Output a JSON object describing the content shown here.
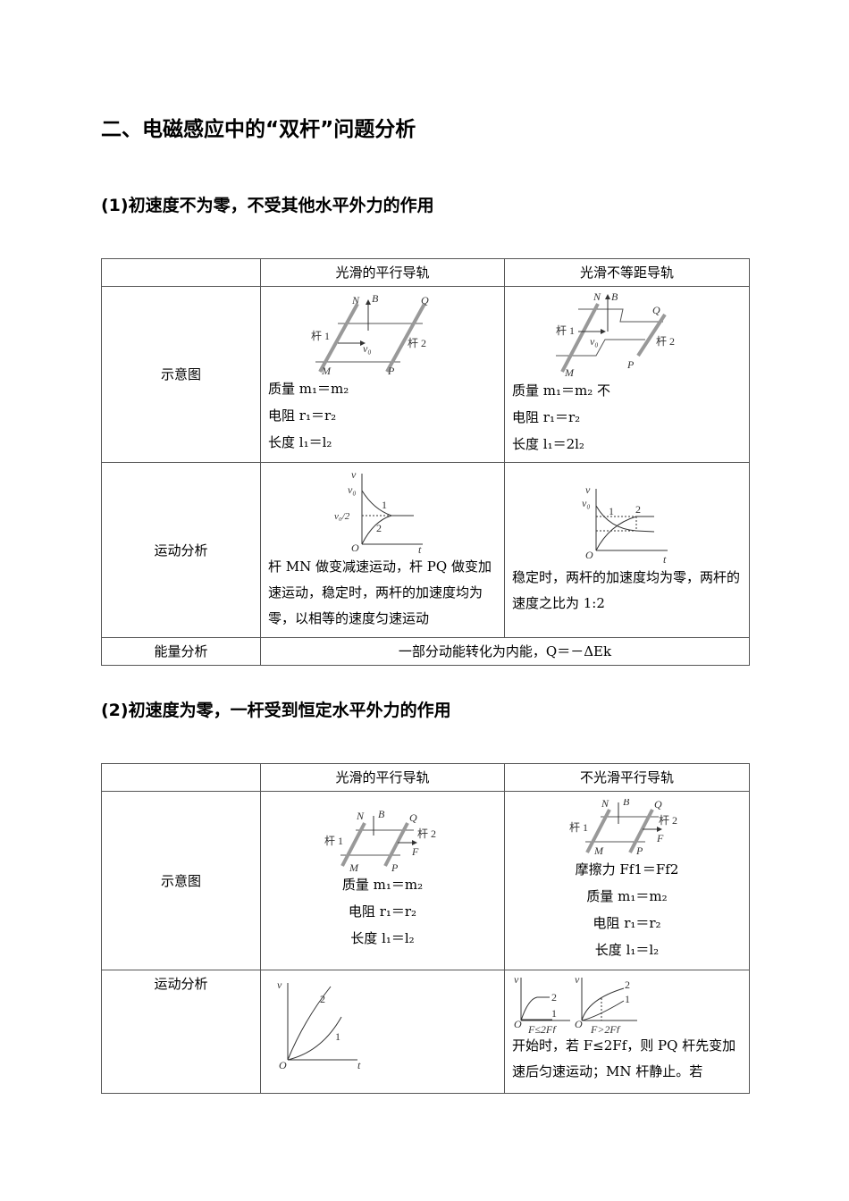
{
  "title": "二、电磁感应中的“双杆”问题分析",
  "section1": {
    "heading": "(1)初速度不为零，不受其他水平外力的作用",
    "headers": [
      "",
      "光滑的平行导轨",
      "光滑不等距导轨"
    ],
    "row_labels": [
      "示意图",
      "运动分析",
      "能量分析"
    ],
    "diagram_labels": {
      "N": "N",
      "B": "B",
      "Q": "Q",
      "M": "M",
      "P": "P",
      "rod1": "杆 1",
      "rod2": "杆 2",
      "v0": "v₀"
    },
    "graph_labels": {
      "v": "v",
      "t": "t",
      "O": "O",
      "v0": "v₀",
      "half": "v₀/2",
      "c1": "1",
      "c2": "2"
    },
    "col1_props": [
      "质量 m₁＝m₂",
      "电阻 r₁＝r₂",
      "长度 l₁＝l₂"
    ],
    "col2_props": [
      "质量 m₁＝m₂ 不",
      "电阻 r₁＝r₂",
      "长度 l₁＝2l₂"
    ],
    "col1_motion": "杆 MN 做变减速运动，杆 PQ 做变加速运动，稳定时，两杆的加速度均为零，以相等的速度匀速运动",
    "col2_motion": "稳定时，两杆的加速度均为零，两杆的速度之比为 1:2",
    "energy": "一部分动能转化为内能，Q＝－ΔEk"
  },
  "section2": {
    "heading": "(2)初速度为零，一杆受到恒定水平外力的作用",
    "headers": [
      "",
      "光滑的平行导轨",
      "不光滑平行导轨"
    ],
    "row_labels": [
      "示意图",
      "运动分析"
    ],
    "diagram_labels": {
      "F": "F"
    },
    "col1_props": [
      "质量 m₁＝m₂",
      "电阻 r₁＝r₂",
      "长度 l₁＝l₂"
    ],
    "col2_props": [
      "摩擦力 Ff1＝Ff2",
      "质量 m₁＝m₂",
      "电阻 r₁＝r₂",
      "长度 l₁＝l₂"
    ],
    "graph_captions": [
      "F≤2Ff",
      "F>2Ff"
    ],
    "col2_motion": "开始时，若 F≤2Ff，则 PQ 杆先变加速后匀速运动；MN 杆静止。若"
  }
}
